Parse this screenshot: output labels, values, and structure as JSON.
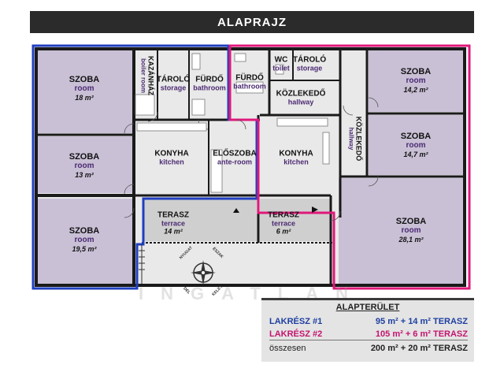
{
  "title": "ALAPRAJZ",
  "rooms": {
    "room_a": {
      "hu": "SZOBA",
      "en": "room",
      "area": "18 m²"
    },
    "room_b": {
      "hu": "SZOBA",
      "en": "room",
      "area": "13 m²"
    },
    "room_c": {
      "hu": "SZOBA",
      "en": "room",
      "area": "19,5 m²"
    },
    "boiler": {
      "hu": "KAZÁNHÁZ",
      "en": "boiler room"
    },
    "storage_left": {
      "hu": "TÁROLÓ",
      "en": "storage"
    },
    "bath_left": {
      "hu": "FÜRDŐ",
      "en": "bathroom"
    },
    "bath_right": {
      "hu": "FÜRDŐ",
      "en": "bathroom"
    },
    "wc": {
      "hu": "WC",
      "en": "toilet"
    },
    "storage_right": {
      "hu": "TÁROLÓ",
      "en": "storage"
    },
    "hall_small": {
      "hu": "KÖZLEKEDŐ",
      "en": "hallway"
    },
    "kitchen_left": {
      "hu": "KONYHA",
      "en": "kitchen"
    },
    "anteroom": {
      "hu": "ELŐSZOBA",
      "en": "ante-room"
    },
    "kitchen_right": {
      "hu": "KONYHA",
      "en": "kitchen"
    },
    "hall_vertical": {
      "hu": "KÖZLEKEDŐ",
      "en": "hallway"
    },
    "room_d": {
      "hu": "SZOBA",
      "en": "room",
      "area": "14,2 m²"
    },
    "room_e": {
      "hu": "SZOBA",
      "en": "room",
      "area": "14,7 m²"
    },
    "room_f": {
      "hu": "SZOBA",
      "en": "room",
      "area": "28,1 m²"
    },
    "terrace_left": {
      "hu": "TERASZ",
      "en": "terrace",
      "area": "14 m²"
    },
    "terrace_right": {
      "hu": "TERASZ",
      "en": "terrace",
      "area": "6 m²"
    }
  },
  "compass": {
    "n": "NYUGAT",
    "e": "ÉSZAK",
    "s": "KELET",
    "w": "DÉL"
  },
  "watermark": "INGATLAN",
  "summary": {
    "title": "ALAPTERÜLET",
    "rows": [
      {
        "name": "LAKRÉSZ #1",
        "value": "95 m² + 14 m² TERASZ"
      },
      {
        "name": "LAKRÉSZ #2",
        "value": "105 m² +  6 m² TERASZ"
      },
      {
        "name": "összesen",
        "value": "200 m² + 20 m² TERASZ"
      }
    ]
  },
  "colors": {
    "unit1": "#1f3fbf",
    "unit2": "#e0187a",
    "room_fill": "#c9c0d6",
    "service_fill": "#e8e8e8",
    "terrace_fill": "#cfcfcf",
    "wall": "#1a1a1a"
  }
}
